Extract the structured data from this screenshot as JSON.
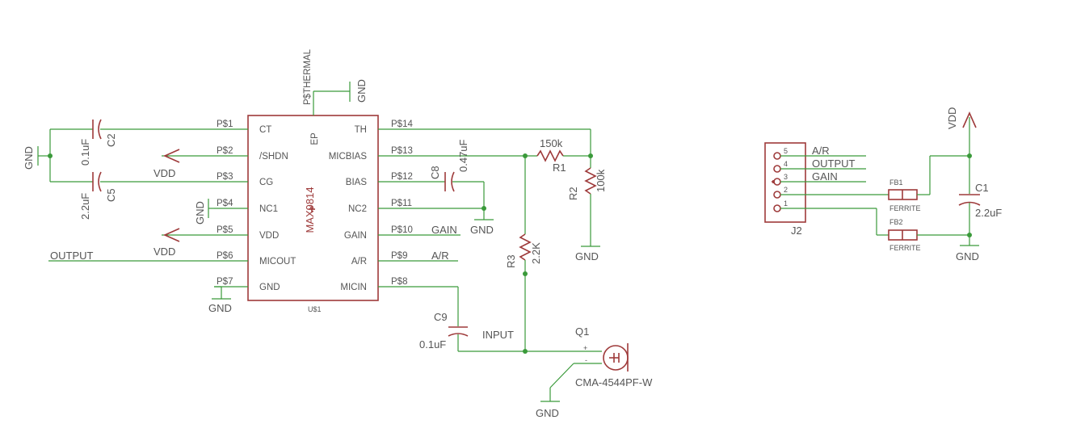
{
  "ic": {
    "name": "MAX9814",
    "ref": "U$1",
    "thermal_pad_net": "P$THERMAL",
    "thermal_pin": "EP",
    "left_pins": [
      {
        "pin": "P$1",
        "name": "CT"
      },
      {
        "pin": "P$2",
        "name": "/SHDN"
      },
      {
        "pin": "P$3",
        "name": "CG"
      },
      {
        "pin": "P$4",
        "name": "NC1"
      },
      {
        "pin": "P$5",
        "name": "VDD"
      },
      {
        "pin": "P$6",
        "name": "MICOUT"
      },
      {
        "pin": "P$7",
        "name": "GND"
      }
    ],
    "right_pins": [
      {
        "pin": "P$14",
        "name": "TH"
      },
      {
        "pin": "P$13",
        "name": "MICBIAS"
      },
      {
        "pin": "P$12",
        "name": "BIAS"
      },
      {
        "pin": "P$11",
        "name": "NC2"
      },
      {
        "pin": "P$10",
        "name": "GAIN"
      },
      {
        "pin": "P$9",
        "name": "A/R"
      },
      {
        "pin": "P$8",
        "name": "MICIN"
      }
    ]
  },
  "components": {
    "c2": {
      "ref": "C2",
      "value": "0.1uF"
    },
    "c5": {
      "ref": "C5",
      "value": "2.2uF"
    },
    "c8": {
      "ref": "C8",
      "value": "0.47uF"
    },
    "c9": {
      "ref": "C9",
      "value": "0.1uF"
    },
    "r1": {
      "ref": "R1",
      "value": "150k"
    },
    "r2": {
      "ref": "R2",
      "value": "100k"
    },
    "r3": {
      "ref": "R3",
      "value": "2.2K"
    },
    "q1": {
      "ref": "Q1",
      "value": "CMA-4544PF-W",
      "plus": "+",
      "minus": "-"
    },
    "c1": {
      "ref": "C1",
      "value": "2.2uF"
    },
    "fb1": {
      "ref": "FB1",
      "value": "FERRITE"
    },
    "fb2": {
      "ref": "FB2",
      "value": "FERRITE"
    },
    "j2": {
      "ref": "J2",
      "pins": [
        "5",
        "4",
        "3",
        "2",
        "1"
      ]
    }
  },
  "nets": {
    "gnd": "GND",
    "vdd": "VDD",
    "output": "OUTPUT",
    "input": "INPUT",
    "gain": "GAIN",
    "ar": "A/R"
  },
  "colors": {
    "wire": "#3a9a3a",
    "part": "#9e3a3a",
    "text": "#555555"
  }
}
